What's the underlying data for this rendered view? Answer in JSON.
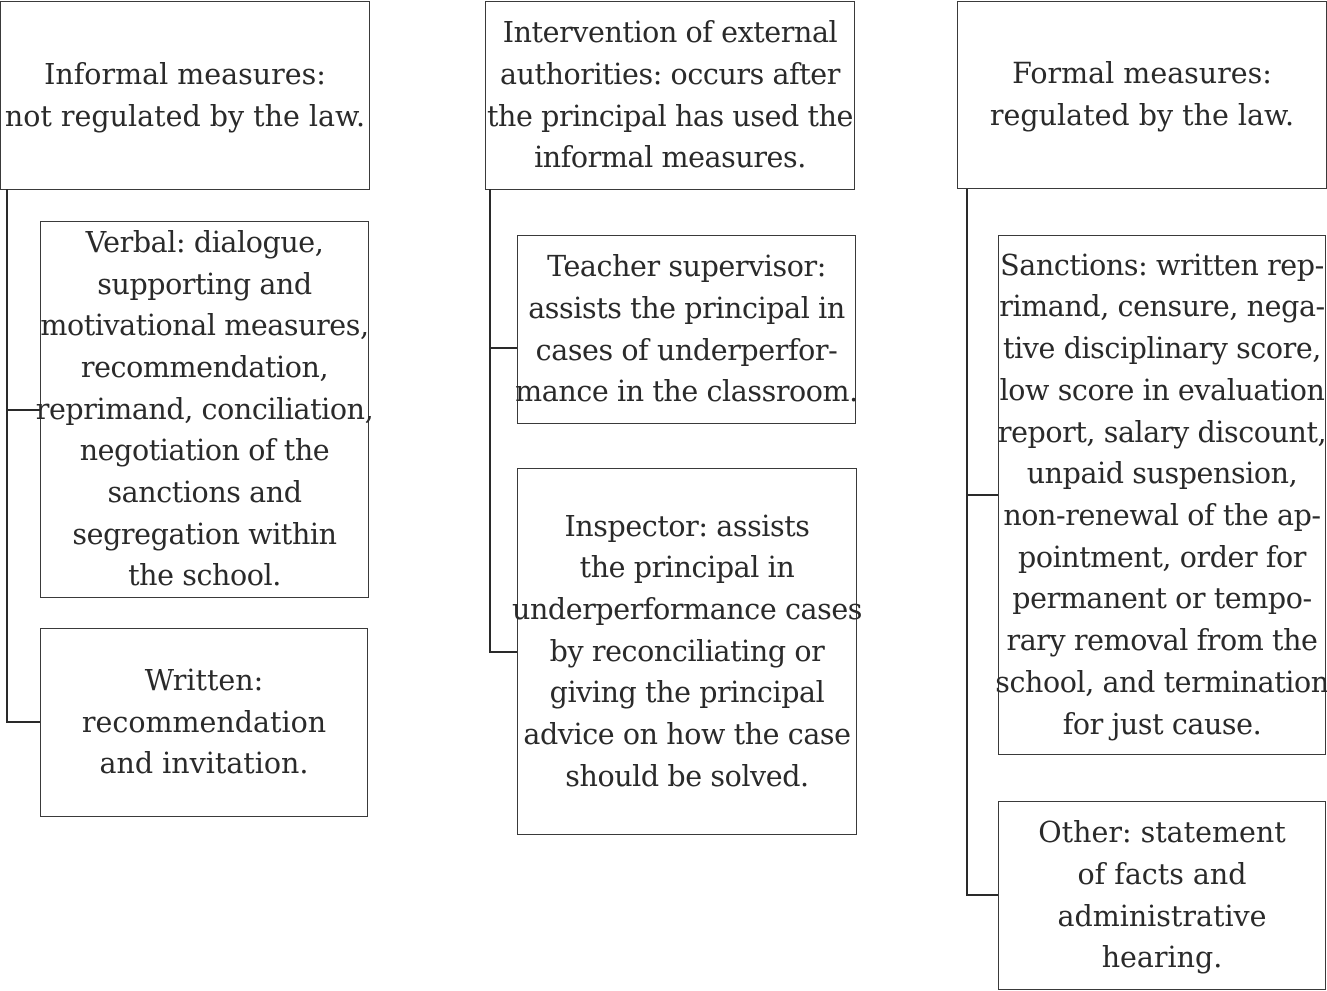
{
  "diagram": {
    "columns": [
      {
        "header": [
          "Informal measures:",
          "not regulated by the law."
        ],
        "children": [
          [
            "Verbal: dialogue,",
            "supporting and",
            "motivational measures,",
            "recommendation,",
            "reprimand, conciliation,",
            "negotiation of the",
            "sanctions and",
            "segregation within",
            "the school."
          ],
          [
            "Written:",
            "recommendation",
            "and invitation."
          ]
        ]
      },
      {
        "header": [
          "Intervention of external",
          "authorities: occurs after",
          "the principal has used the",
          "informal measures."
        ],
        "children": [
          [
            "Teacher supervisor:",
            "assists the principal in",
            "cases of underperfor-",
            "mance in the classroom."
          ],
          [
            "Inspector: assists",
            "the principal in",
            "underperformance cases",
            "by reconciliating or",
            "giving the principal",
            "advice on how the case",
            "should be solved."
          ]
        ]
      },
      {
        "header": [
          "Formal measures:",
          "regulated by the law."
        ],
        "children": [
          [
            "Sanctions: written rep-",
            "rimand, censure, nega-",
            "tive disciplinary score,",
            "low score in evaluation",
            "report, salary discount,",
            "unpaid suspension,",
            "non-renewal of the ap-",
            "pointment, order for",
            "permanent or tempo-",
            "rary removal from the",
            "school, and termination",
            "for just cause."
          ],
          [
            "Other: statement",
            "of facts and",
            "administrative",
            "hearing."
          ]
        ]
      }
    ]
  }
}
